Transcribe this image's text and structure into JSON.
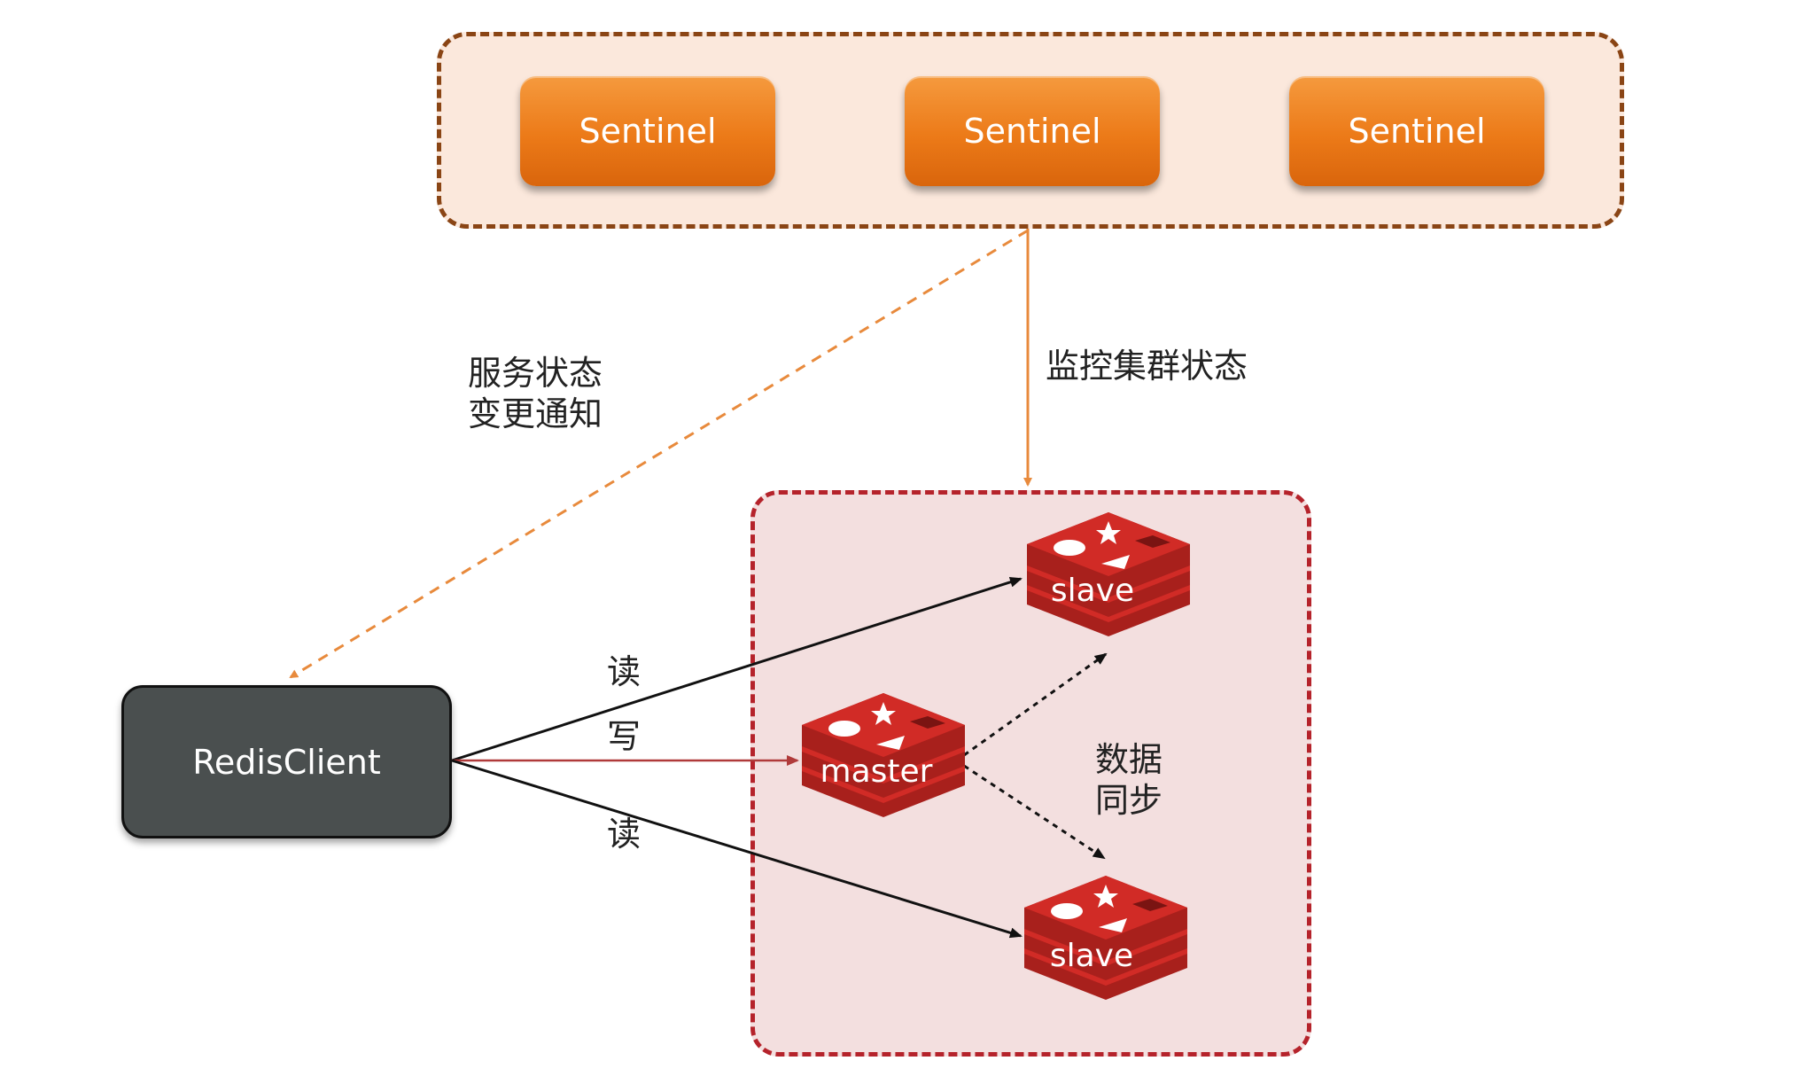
{
  "sentinels": {
    "items": [
      "Sentinel",
      "Sentinel",
      "Sentinel"
    ]
  },
  "client": {
    "label": "RedisClient"
  },
  "nodes": {
    "master": "master",
    "slave_top": "slave",
    "slave_bottom": "slave"
  },
  "edges": {
    "notify_line1": "服务状态",
    "notify_line2": "变更通知",
    "monitor": "监控集群状态",
    "read_top": "读",
    "write": "写",
    "read_bottom": "读",
    "sync_line1": "数据",
    "sync_line2": "同步"
  },
  "colors": {
    "sentinel_orange": "#ec7a18",
    "sentinel_group_border": "#8a4515",
    "redis_red": "#d12b26",
    "redis_group_border": "#b5232b",
    "client_fill": "#4a4f4f",
    "notify_arrow": "#e88a3c",
    "write_arrow": "#b03a3a"
  }
}
